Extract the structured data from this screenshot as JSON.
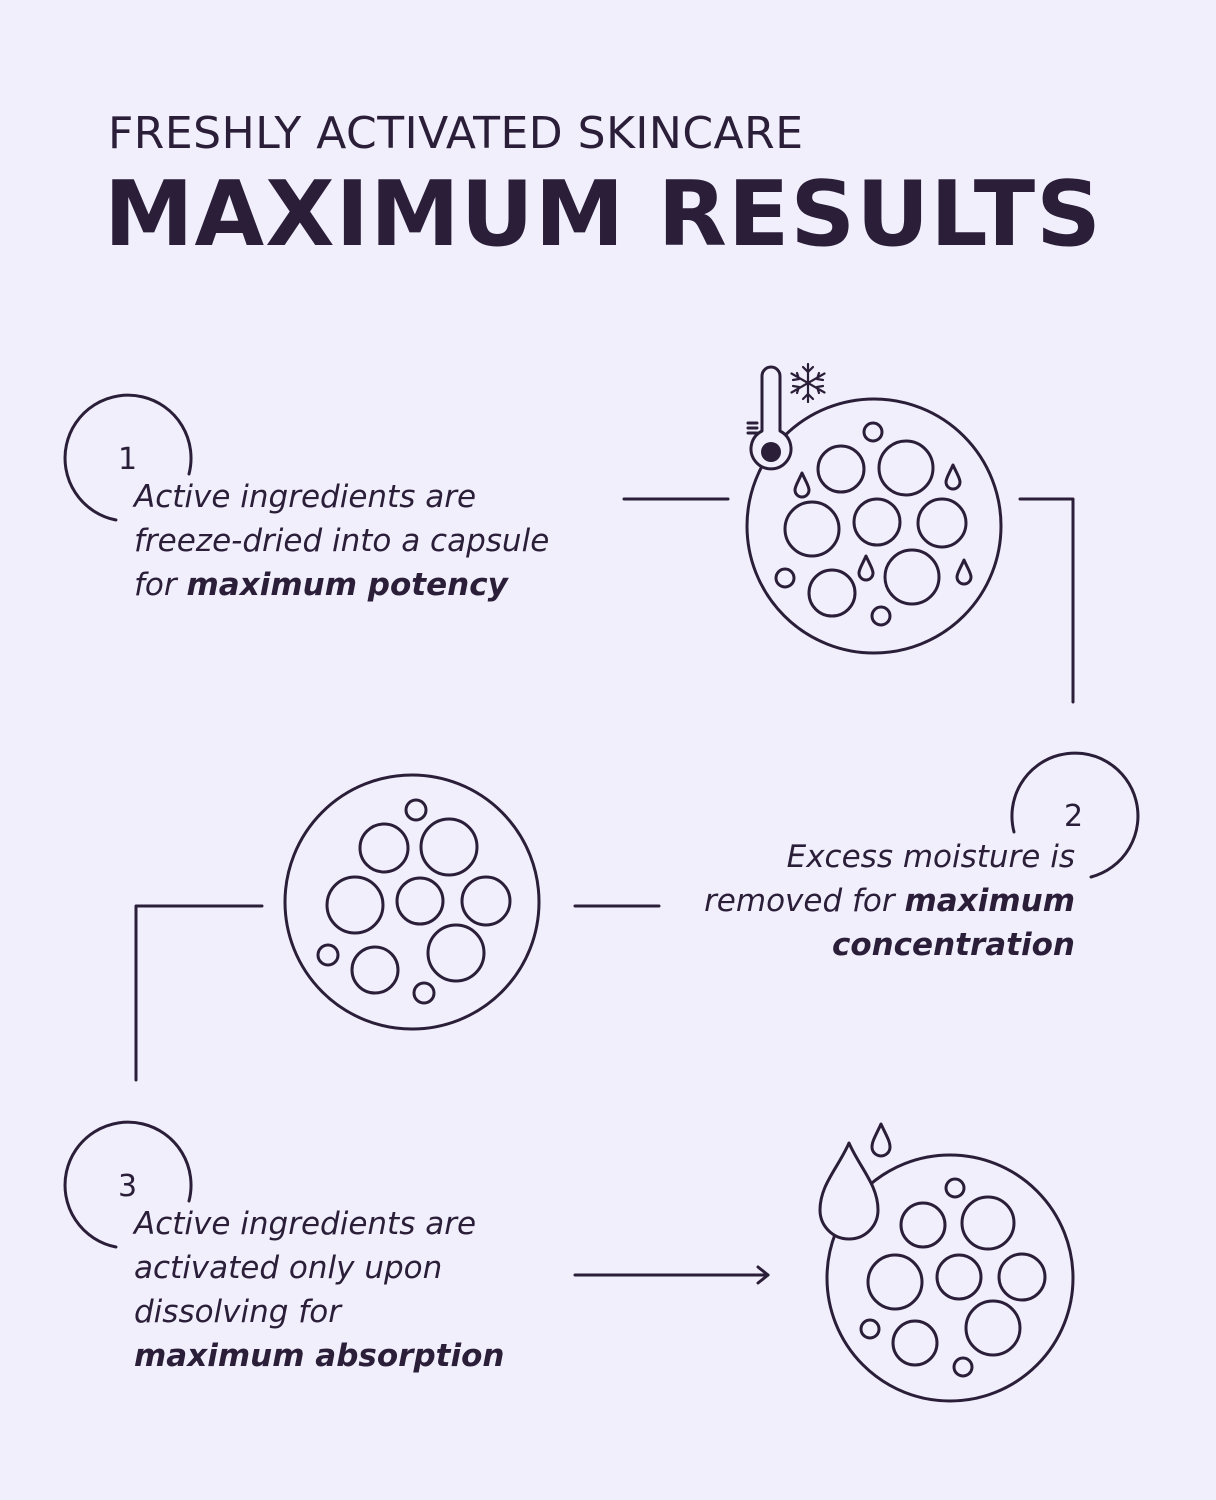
{
  "header": {
    "kicker": "FRESHLY ACTIVATED SKINCARE",
    "title": "MAXIMUM RESULTS"
  },
  "steps": [
    {
      "number": "1",
      "line1": "Active ingredients are",
      "line2": "freeze-dried into a capsule",
      "line3_plain": "for ",
      "line3_bold": "maximum potency"
    },
    {
      "number": "2",
      "line1": "Excess moisture is",
      "line2_plain": "removed for ",
      "line2_bold": "maximum",
      "line3_bold": "concentration"
    },
    {
      "number": "3",
      "line1": "Active ingredients are",
      "line2": "activated only upon",
      "line3": "dissolving for",
      "line4_bold": "maximum absorption"
    }
  ],
  "icons": {
    "capsule_frozen": "thermometer-snowflake-capsule-icon",
    "capsule_dry": "dry-capsule-icon",
    "capsule_dissolving": "water-drop-capsule-icon"
  },
  "colors": {
    "background": "#F1EFFC",
    "ink": "#2A1E38"
  }
}
